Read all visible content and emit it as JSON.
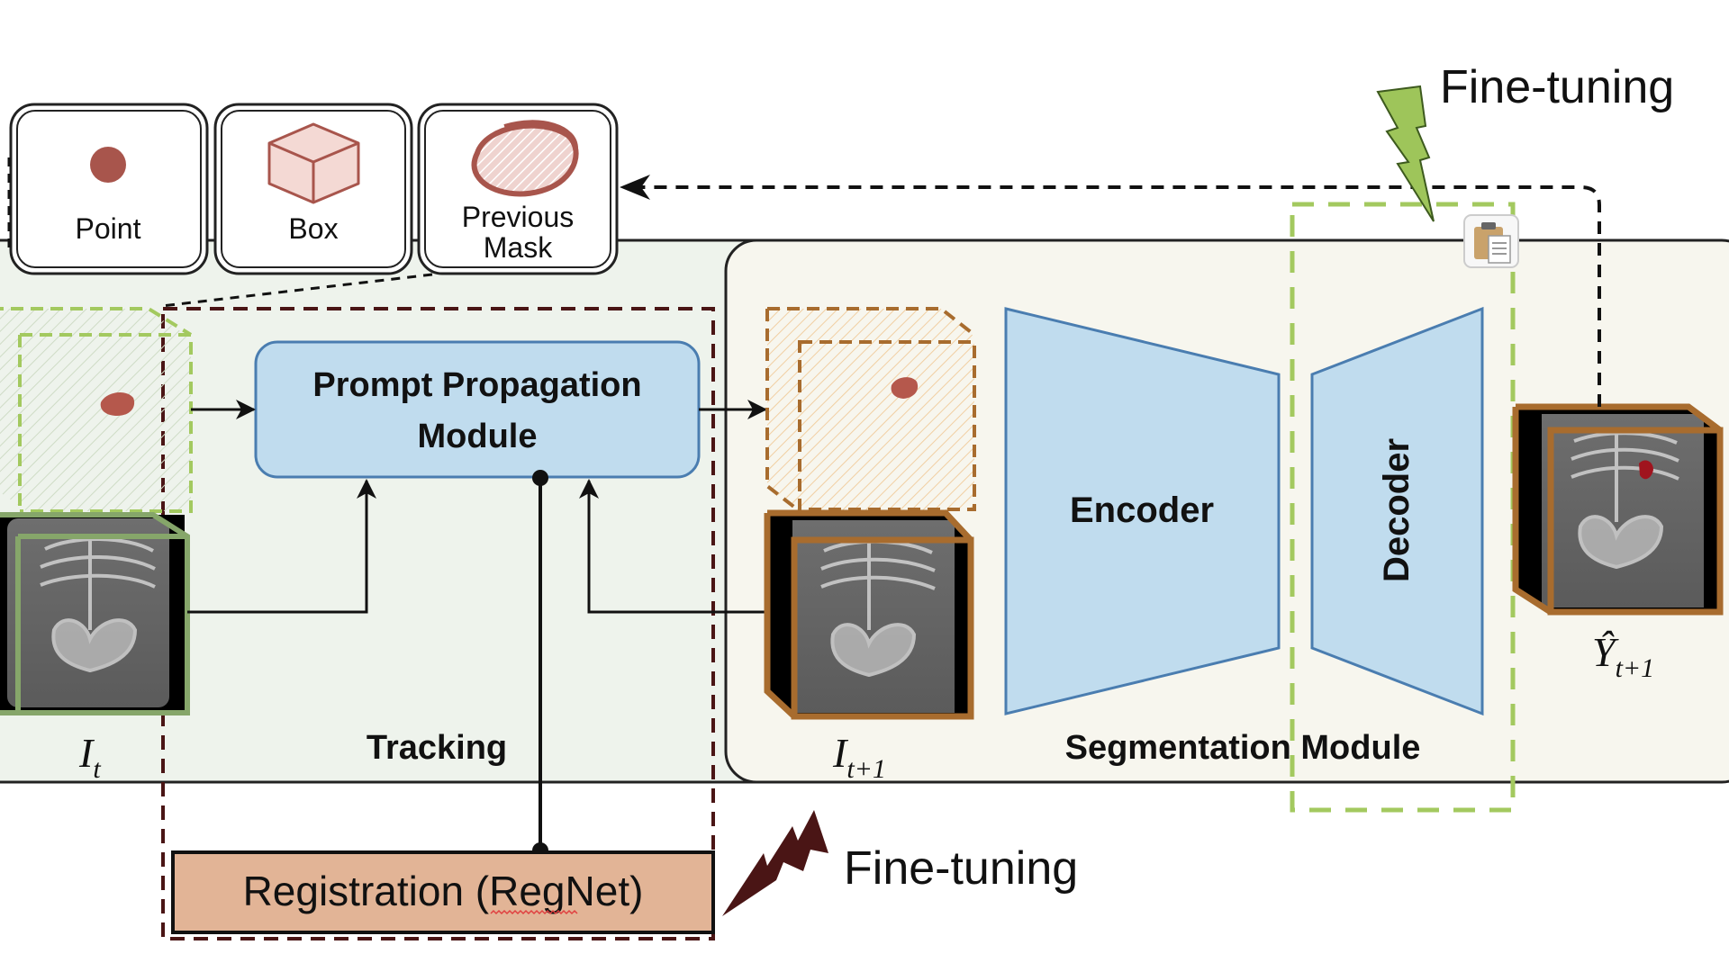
{
  "prompts": {
    "point": "Point",
    "box": "Box",
    "previous_mask_line1": "Previous",
    "previous_mask_line2": "Mask"
  },
  "tracking": {
    "title": "Tracking",
    "prompt_propagation_line1": "Prompt Propagation",
    "prompt_propagation_line2": "Module",
    "input_label_base": "I",
    "input_label_sub": "t"
  },
  "segmentation": {
    "title": "Segmentation Module",
    "encoder": "Encoder",
    "decoder": "Decoder",
    "input_label_base": "I",
    "input_label_sub": "t+1",
    "output_label_base": "Ŷ",
    "output_label_sub": "t+1"
  },
  "registration": {
    "label": "Registration (RegNet)"
  },
  "fine_tuning": {
    "top": "Fine-tuning",
    "bottom": "Fine-tuning"
  },
  "colors": {
    "tracking_bg": "#eef3ec",
    "segmentation_bg": "#f7f6ee",
    "module_fill": "#c0dcee",
    "module_stroke": "#4a7db0",
    "green": "#a3c95f",
    "maroon": "#4a1515",
    "brown": "#a86c2e",
    "registration_fill": "#e2b496",
    "prompt_red": "#a8554c"
  }
}
